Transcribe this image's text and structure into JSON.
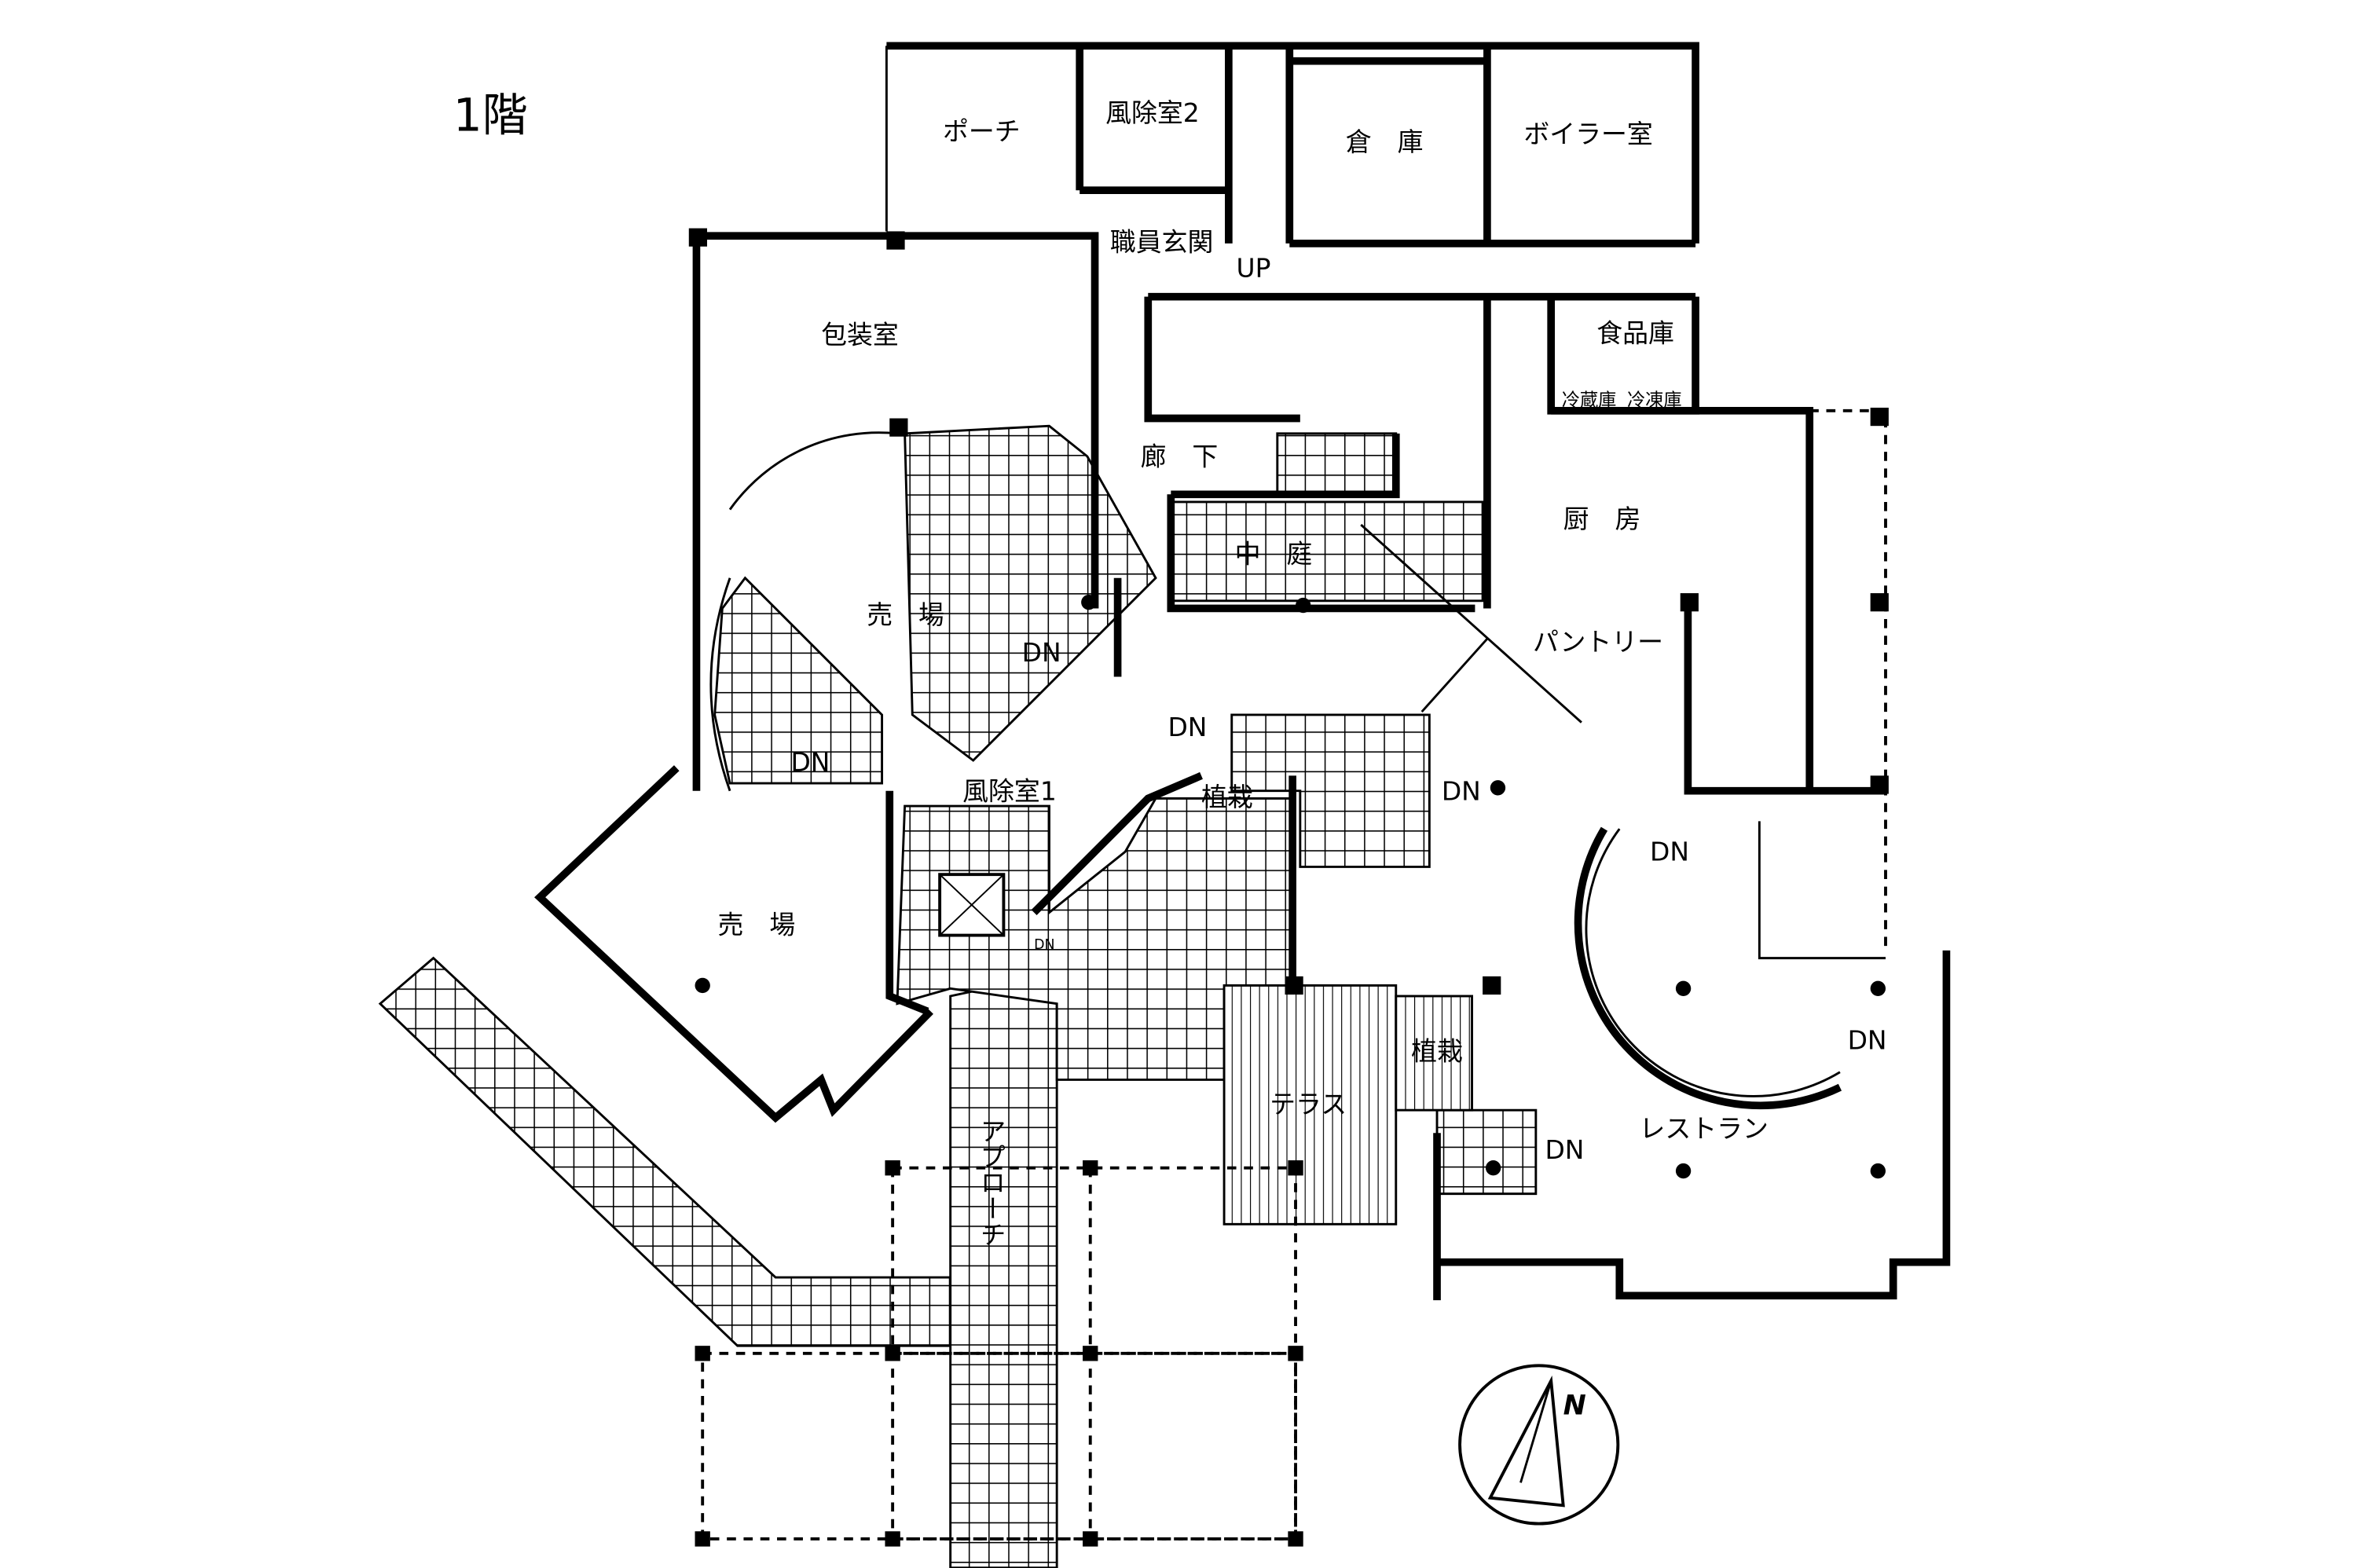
{
  "floor_title": "1階",
  "rooms": {
    "porch": "ポーチ",
    "windbreak2": "風除室2",
    "storage": "倉　庫",
    "boiler": "ボイラー室",
    "staff_entrance": "職員玄関",
    "packing": "包装室",
    "food_storage": "食品庫",
    "fridge": "冷蔵庫",
    "freezer": "冷凍庫",
    "corridor": "廊　下",
    "courtyard": "中　庭",
    "kitchen": "厨　房",
    "sales1": "売　場",
    "pantry": "パントリー",
    "windbreak1": "風除室1",
    "planting1": "植栽",
    "sales2": "売　場",
    "terrace": "テラス",
    "planting2": "植栽",
    "restaurant": "レストラン",
    "approach": "アプローチ"
  },
  "stairs": {
    "up": "UP",
    "dn": "DN"
  },
  "compass": {
    "north": "N"
  }
}
